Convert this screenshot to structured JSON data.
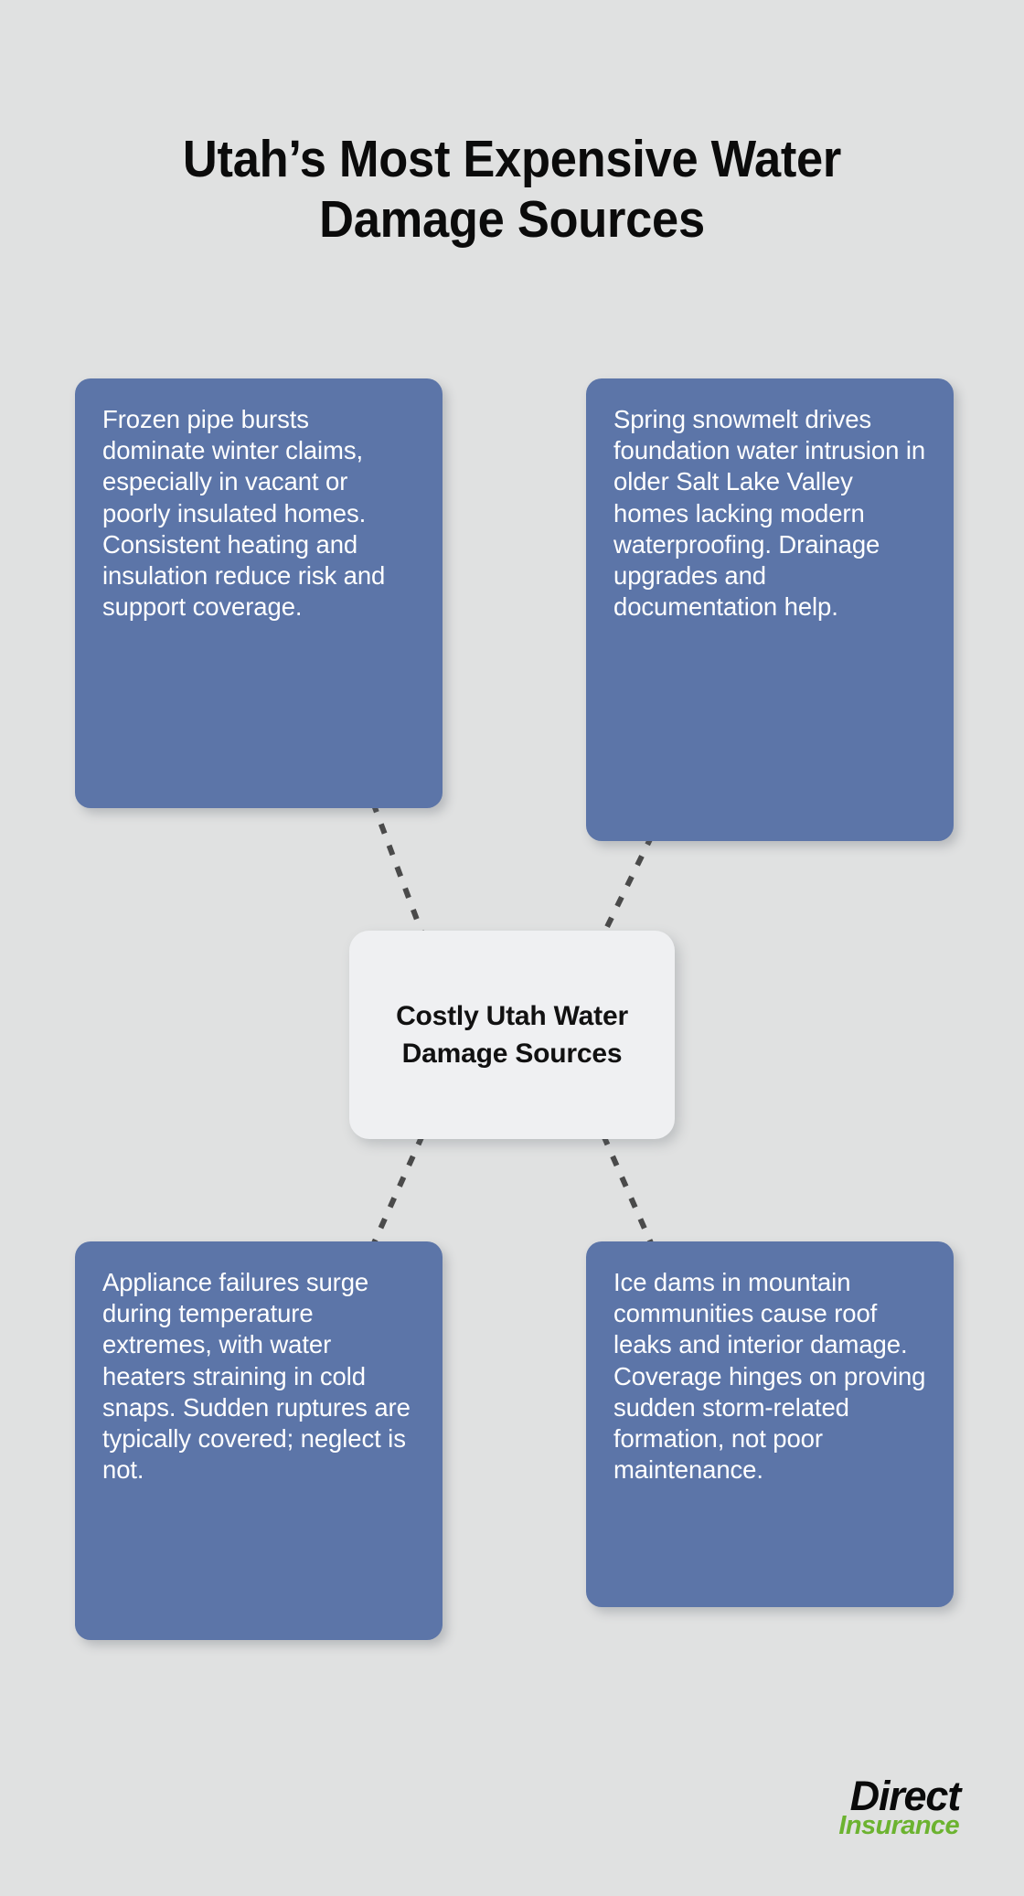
{
  "page": {
    "title": "Utah’s Most Expensive Water Damage Sources",
    "background_color": "#e0e1e1"
  },
  "theme": {
    "card_color": "#5c75a8",
    "card_text_color": "#ffffff",
    "hub_color": "#eff0f2",
    "hub_text_color": "#111111",
    "connector_color": "#4a4a4a",
    "title_color": "#0b0b0b",
    "logo_black": "#0a0a0a",
    "logo_green": "#6cb330"
  },
  "hub": {
    "label": "Costly Utah Water Damage Sources"
  },
  "cards": [
    {
      "id": "frozen-pipe-bursts",
      "position": "top-left",
      "text": "Frozen pipe bursts dominate winter claims, especially in vacant or poorly insulated homes. Consistent heating and insulation reduce risk and support coverage."
    },
    {
      "id": "spring-snowmelt",
      "position": "top-right",
      "text": "Spring snowmelt drives foundation water intrusion in older Salt Lake Valley homes lacking modern waterproofing. Drainage upgrades and documentation help."
    },
    {
      "id": "appliance-failures",
      "position": "bottom-left",
      "text": "Appliance failures surge during temperature extremes, with water heaters straining in cold snaps. Sudden ruptures are typically covered; neglect is not."
    },
    {
      "id": "ice-dams",
      "position": "bottom-right",
      "text": "Ice dams in mountain communities cause roof leaks and interior damage. Coverage hinges on proving sudden storm-related formation, not poor maintenance."
    }
  ],
  "logo": {
    "primary": "Direct",
    "secondary": "Insurance"
  }
}
